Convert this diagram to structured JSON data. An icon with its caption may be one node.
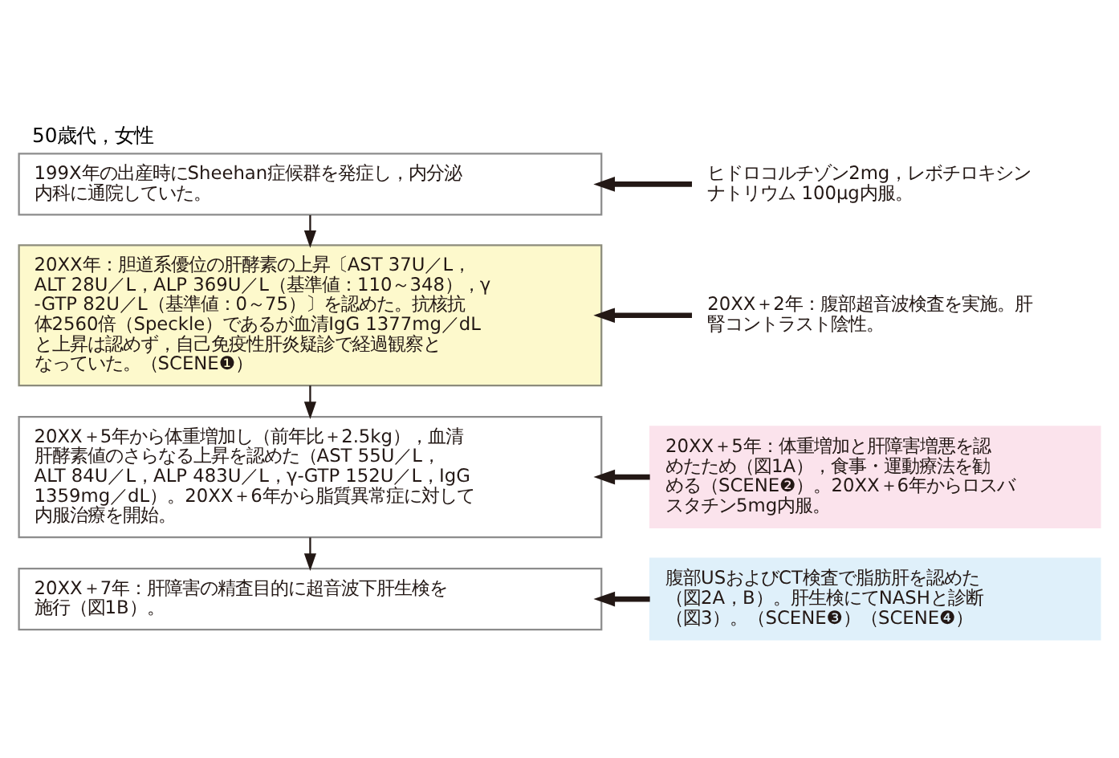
{
  "diagram": {
    "title": "50歳代，女性",
    "nodes": [
      {
        "text": [
          "199X年の出産時にSheehan症候群を発症し，内分泌内科に通院していた。"
        ]
      },
      {
        "text": [
          "ヒドロコルチゾン2mg，レボチロキシンナトリウム 100μg内服。"
        ]
      },
      {
        "text": [
          "20XX年：胆道系優位の肝酵素の上昇〔AST 37U／L，ALT 28U／L，ALP 369U／L（基準値：110～348），γ-GTP 82U／L（基準値：0～75）〕を認めた。抗核抗体2560倍（Speckle）であるが血清IgG 1377mg／dLと上昇は認めず，自己免疫性肝炎疑診で経過観察となっていた。（SCENE❶）"
        ]
      },
      {
        "text": [
          "20XX＋2年：腹部超音波検査を実施。肝腎コントラスト陰性。"
        ]
      },
      {
        "text": [
          "20XX＋5年から体重増加し（前年比＋2.5kg），血清肝酵素値のさらなる上昇を認めた（AST 55U／L，ALT 84U／L，ALP 483U／L，γ-GTP 152U／L，IgG 1359mg／dL）。20XX＋6年から脂質異常症に対して内服治療を開始。"
        ]
      },
      {
        "text": [
          "20XX＋5年：体重増加と肝障害増悪を認めたため（図1A），食事・運動療法を勧める（SCENE❷）。20XX＋6年からロスバスタチン5mg内服。"
        ]
      },
      {
        "text": [
          "20XX＋7年：肝障害の精査目的に超音波下肝生検を施行（図1B）。"
        ]
      },
      {
        "text": [
          "腹部USおよびCT検査で脂肪肝を認めた（図2A，B）。肝生検にてNASHと診断（図3）。（SCENE❸）（SCENE❹）"
        ]
      }
    ],
    "edges": [
      {
        "from": 1,
        "to": 0,
        "arrow": "to"
      },
      {
        "from": 0,
        "to": 2,
        "arrow": "to"
      },
      {
        "from": 3,
        "to": 2,
        "arrow": "to"
      },
      {
        "from": 2,
        "to": 4,
        "arrow": "to"
      },
      {
        "from": 5,
        "to": 4,
        "arrow": "to"
      },
      {
        "from": 4,
        "to": 6,
        "arrow": "to"
      },
      {
        "from": 7,
        "to": 6,
        "arrow": "to"
      }
    ]
  }
}
